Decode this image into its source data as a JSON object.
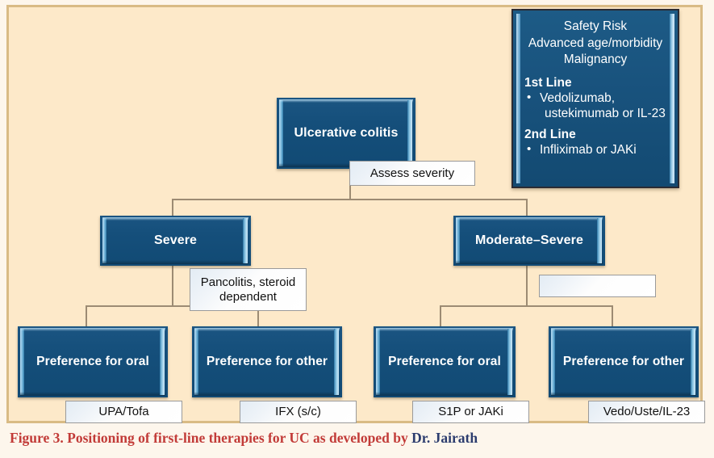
{
  "figure": {
    "background_color": "#fde9c9",
    "frame_color": "#d9bb85",
    "node_color": "#15507c",
    "connector_color": "#9c8b73",
    "caption_color": "#c23b38",
    "caption_accent_color": "#2c3c6e"
  },
  "legend": {
    "title_line1": "Safety Risk",
    "title_line2": "Advanced age/morbidity",
    "title_line3": "Malignancy",
    "first_line_heading": "1st Line",
    "first_line_item_a": "Vedolizumab,",
    "first_line_item_b": "ustekimumab or IL-23",
    "second_line_heading": "2nd Line",
    "second_line_item_a": "Infliximab or JAKi",
    "bullet_glyph": "•"
  },
  "nodes": {
    "root": "Ulcerative colitis",
    "severe": "Severe",
    "moderate_severe": "Moderate–Severe",
    "severe_oral": "Preference for oral",
    "severe_other": "Preference for other",
    "mod_oral": "Preference for oral",
    "mod_other": "Preference for other"
  },
  "labels": {
    "assess_severity": "Assess severity",
    "pancolitis": "Pancolitis, steroid dependent",
    "moderate_blank": "",
    "severe_oral_drug": "UPA/Tofa",
    "severe_other_drug": "IFX (s/c)",
    "mod_oral_drug": "S1P or JAKi",
    "mod_other_drug": "Vedo/Uste/IL-23"
  },
  "caption": {
    "main": "Figure 3. Positioning of first-line therapies for UC as developed by ",
    "author": "Dr. Jairath"
  },
  "chart_data": {
    "type": "diagram",
    "title": "Figure 3. Positioning of first-line therapies for UC as developed by Dr. Jairath",
    "tree": [
      {
        "id": "root",
        "label": "Ulcerative colitis",
        "annotation": "Assess severity",
        "children": [
          "severe",
          "moderate_severe"
        ]
      },
      {
        "id": "severe",
        "label": "Severe",
        "annotation": "Pancolitis, steroid dependent",
        "children": [
          "severe_oral",
          "severe_other"
        ]
      },
      {
        "id": "moderate_severe",
        "label": "Moderate–Severe",
        "annotation": "",
        "children": [
          "mod_oral",
          "mod_other"
        ]
      },
      {
        "id": "severe_oral",
        "label": "Preference for oral",
        "annotation": "UPA/Tofa",
        "children": []
      },
      {
        "id": "severe_other",
        "label": "Preference for other",
        "annotation": "IFX (s/c)",
        "children": []
      },
      {
        "id": "mod_oral",
        "label": "Preference for oral",
        "annotation": "S1P or JAKi",
        "children": []
      },
      {
        "id": "mod_other",
        "label": "Preference for other",
        "annotation": "Vedo/Uste/IL-23",
        "children": []
      }
    ],
    "legend_box": {
      "title": [
        "Safety Risk",
        "Advanced age/morbidity",
        "Malignancy"
      ],
      "sections": [
        {
          "heading": "1st Line",
          "items": [
            "Vedolizumab, ustekimumab or IL-23"
          ]
        },
        {
          "heading": "2nd Line",
          "items": [
            "Infliximab or JAKi"
          ]
        }
      ]
    }
  }
}
